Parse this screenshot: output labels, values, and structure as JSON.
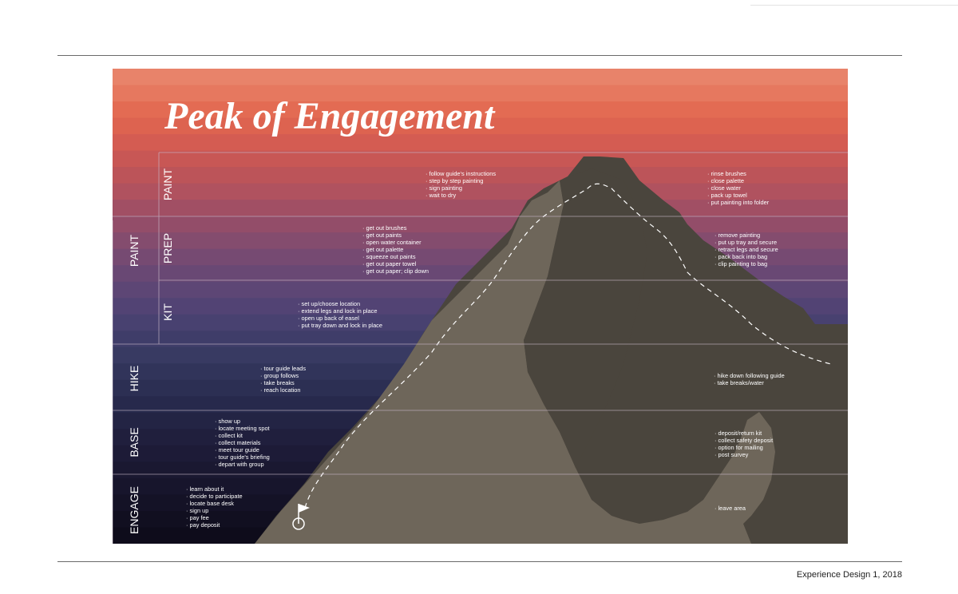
{
  "title": "Peak of Engagement",
  "phase_group": "PAINT",
  "stages": [
    {
      "key": "paint",
      "label": "PAINT"
    },
    {
      "key": "prep",
      "label": "PREP"
    },
    {
      "key": "kit",
      "label": "KIT"
    },
    {
      "key": "hike",
      "label": "HIKE"
    },
    {
      "key": "base",
      "label": "BASE"
    },
    {
      "key": "engage",
      "label": "ENGAGE"
    }
  ],
  "ascent_notes": {
    "paint": [
      "· follow guide's instructions",
      "· step by step painting",
      "· sign painting",
      "· wait to dry"
    ],
    "prep": [
      "· get out brushes",
      "· get out paints",
      "· open water container",
      "· get out palette",
      "· squeeze out paints",
      "· get out paper towel",
      "· get out paper; clip down"
    ],
    "kit": [
      "· set up/choose location",
      "· extend legs and lock in place",
      "· open up back of easel",
      "· put tray down and lock in place"
    ],
    "hike": [
      "· tour guide leads",
      "· group follows",
      "· take breaks",
      "· reach location"
    ],
    "base": [
      "· show up",
      "· locate meeting spot",
      "· collect kit",
      "· collect materials",
      "· meet tour guide",
      "· tour guide's briefing",
      "· depart with group"
    ],
    "engage": [
      "· learn about it",
      "· decide to participate",
      "· locate base desk",
      "· sign up",
      "· pay fee",
      "· pay deposit"
    ]
  },
  "descent_notes": {
    "paint": [
      "· rinse brushes",
      "· close palette",
      "· close water",
      "· pack up towel",
      "· put painting into folder"
    ],
    "prep": [
      "· remove painting",
      "· put up tray and secure",
      "· retract legs and secure",
      "· pack back into bag",
      "· clip painting to bag"
    ],
    "hike": [
      "· hike down following guide",
      "· take breaks/water"
    ],
    "base": [
      "· deposit/return kit",
      "· collect safety deposit",
      "· option for mailing",
      "· post survey"
    ],
    "engage": [
      "· leave area"
    ]
  },
  "footer": "Experience Design 1, 2018",
  "colors": {
    "sky_bands": [
      "#e8836a",
      "#e6785f",
      "#e36b53",
      "#dd6350",
      "#d45c52",
      "#c85755",
      "#bc5459",
      "#b0525f",
      "#a14f64",
      "#934d69",
      "#844c6e",
      "#764a72",
      "#694874",
      "#5d4675",
      "#524374",
      "#484170",
      "#3f3d69",
      "#383a62",
      "#31345a",
      "#2c2f53",
      "#27294c",
      "#232444",
      "#201f3d",
      "#1d1b37",
      "#1a1831",
      "#17152c",
      "#141226",
      "#110f20",
      "#0e0c1b"
    ],
    "mountain_dark": "#4a453d",
    "mountain_light": "#6e665a",
    "text": "#ffffff"
  }
}
